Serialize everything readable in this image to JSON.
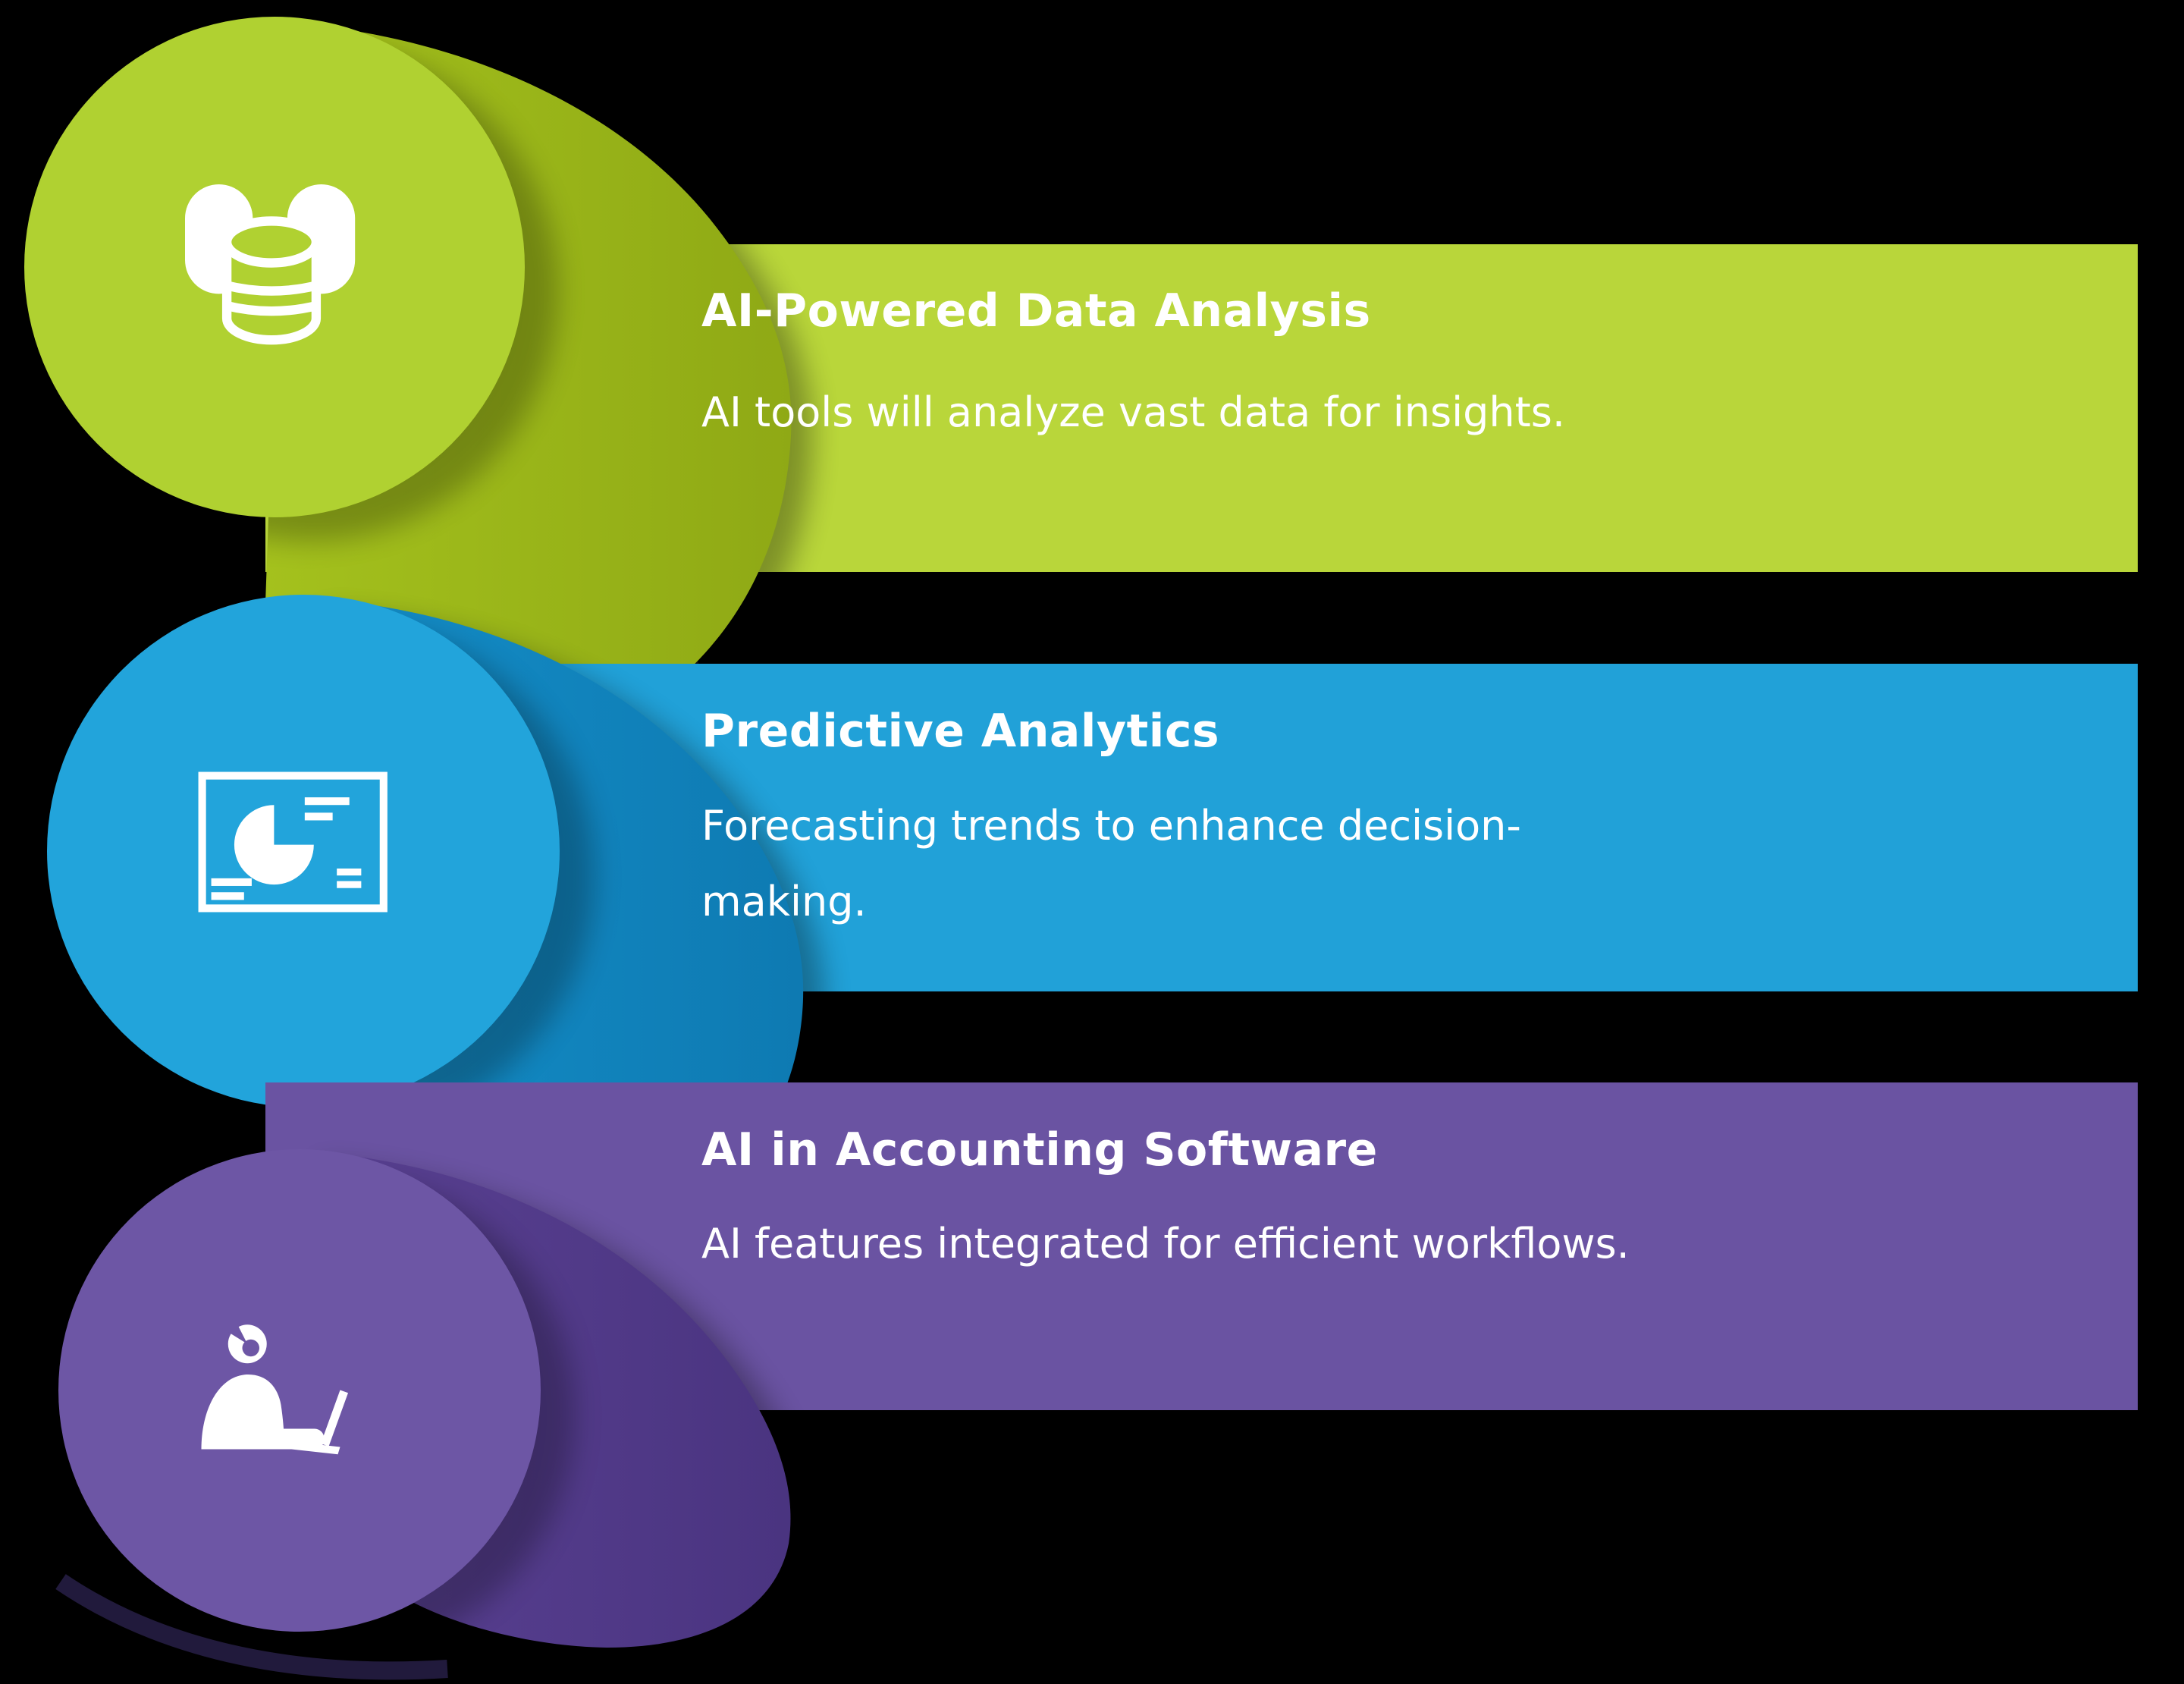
{
  "background_color": "#000000",
  "text_color": "#ffffff",
  "icon_color": "#ffffff",
  "rows": [
    {
      "title": "AI-Powered Data Analysis",
      "description_lines": [
        "AI tools will analyze vast data for insights."
      ],
      "icon": "database-icon",
      "colors": {
        "band": "#b9d63a",
        "circle": "#b0d131",
        "cone": "#a4c11d",
        "cone_dark": "#8fa915"
      }
    },
    {
      "title": "Predictive Analytics",
      "description_lines": [
        "Forecasting trends to enhance decision-",
        "making."
      ],
      "icon": "presentation-chart-icon",
      "colors": {
        "band": "#21a1d8",
        "circle": "#22a4db",
        "cone": "#1590ca",
        "cone_dark": "#0e7ab2"
      }
    },
    {
      "title": "AI in Accounting Software",
      "description_lines": [
        "AI features integrated for efficient workflows."
      ],
      "icon": "person-laptop-icon",
      "colors": {
        "band": "#6a53a2",
        "circle": "#6d56a5",
        "cone": "#5b4294",
        "cone_dark": "#4a3480"
      }
    }
  ]
}
